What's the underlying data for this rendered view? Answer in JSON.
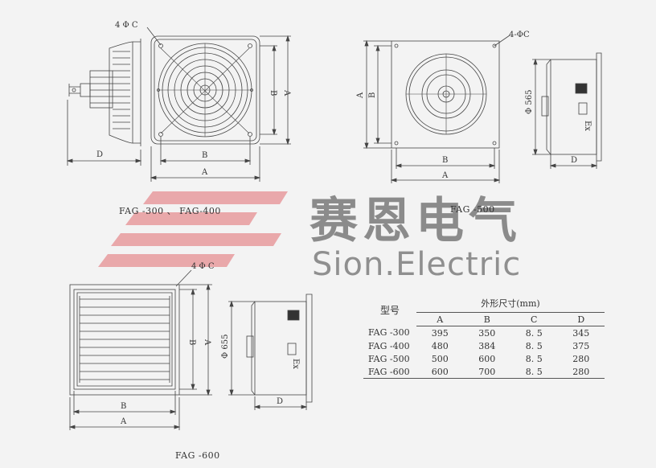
{
  "labels": {
    "top_left_hole": "4 Φ C",
    "top_right_hole": "4-ΦC",
    "bottom_hole": "4 Φ C",
    "dim_a": "A",
    "dim_b": "B",
    "dim_d": "D",
    "diameter_500": "Φ 565",
    "diameter_600": "Φ 655",
    "ex_mark": "Ex"
  },
  "models": {
    "top_left": "FAG -300 、 FAG-400",
    "top_right": "FAG -500",
    "bottom": "FAG -600"
  },
  "watermark": {
    "chinese": "赛恩电气",
    "english": "Sion.Electric",
    "logo_color": "#e8a0a3"
  },
  "table": {
    "model_header": "型号",
    "dims_header": "外形尺寸(mm)",
    "columns": [
      "A",
      "B",
      "C",
      "D"
    ],
    "rows": [
      {
        "model": "FAG -300",
        "A": "395",
        "B": "350",
        "C": "8. 5",
        "D": "345"
      },
      {
        "model": "FAG -400",
        "A": "480",
        "B": "384",
        "C": "8. 5",
        "D": "375"
      },
      {
        "model": "FAG -500",
        "A": "500",
        "B": "600",
        "C": "8. 5",
        "D": "280"
      },
      {
        "model": "FAG -600",
        "A": "600",
        "B": "700",
        "C": "8. 5",
        "D": "280"
      }
    ]
  },
  "colors": {
    "line": "#444444",
    "background": "#f3f3f3"
  }
}
